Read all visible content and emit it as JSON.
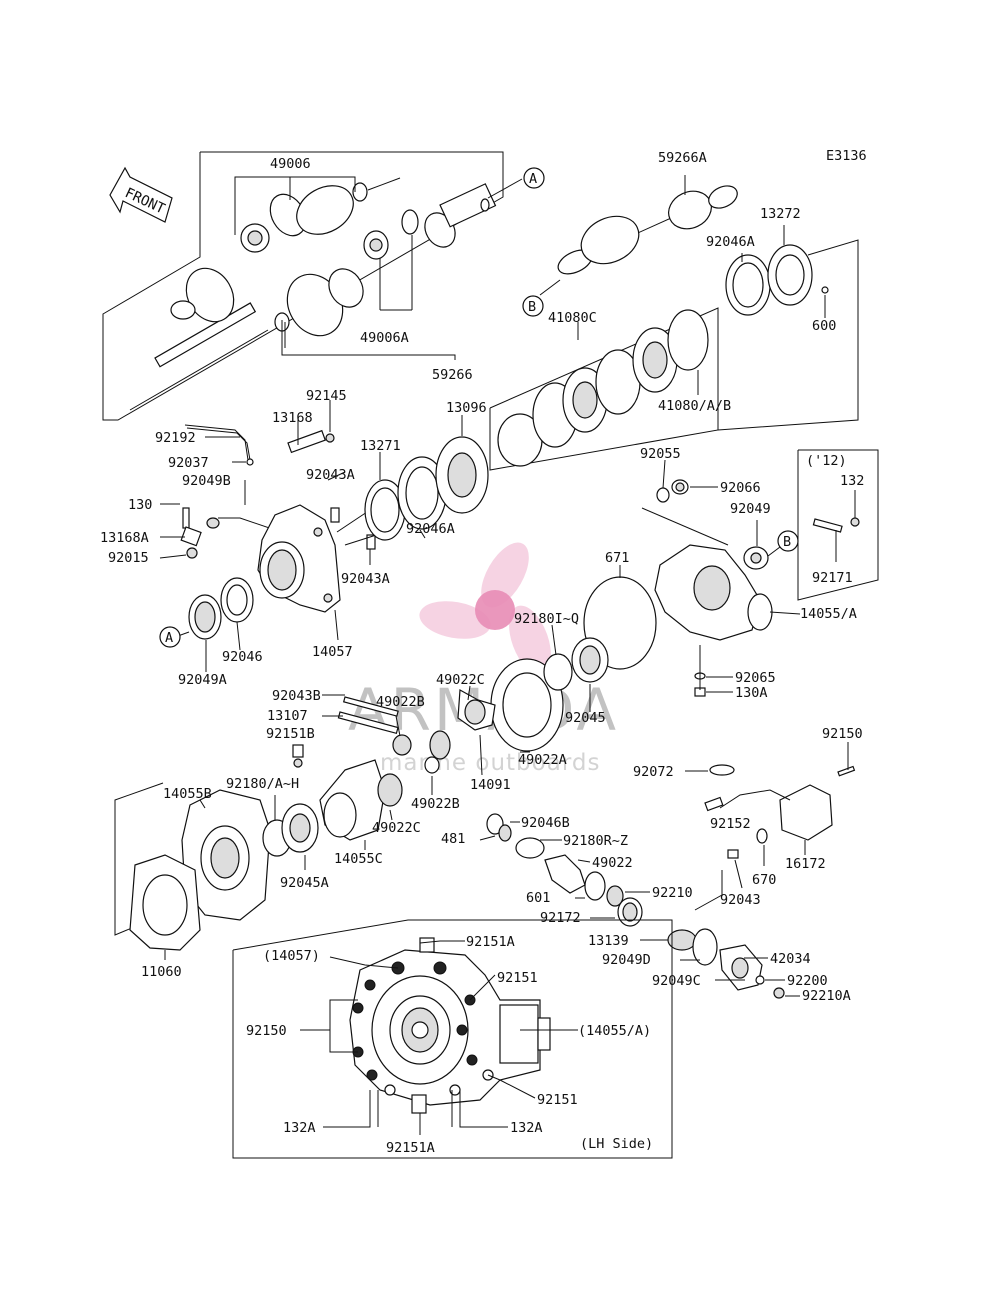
{
  "diagram_code": "E3136",
  "front_label": "FRONT",
  "watermark": {
    "brand": "ARMADA",
    "sub": "marine outboards",
    "accent": "#e8a6c4"
  },
  "callouts": [
    "A",
    "B"
  ],
  "labels": {
    "p49006": "49006",
    "p49006A": "49006A",
    "p59266": "59266",
    "p59266A": "59266A",
    "p13272": "13272",
    "p92046A_top": "92046A",
    "p600": "600",
    "p41080C": "41080C",
    "p41080AB": "41080/A/B",
    "p92145": "92145",
    "p13168": "13168",
    "p92192": "92192",
    "p92037": "92037",
    "p92049B": "92049B",
    "p130": "130",
    "p13168A": "13168A",
    "p92015": "92015",
    "p13096": "13096",
    "p13271": "13271",
    "p92043A_1": "92043A",
    "p92043A_2": "92043A",
    "p92046A": "92046A",
    "p92055": "92055",
    "p92066": "92066",
    "p92049": "92049",
    "p12": "('12)",
    "p132": "132",
    "p92171": "92171",
    "p671": "671",
    "p14055A": "14055/A",
    "p14057": "14057",
    "p92046": "92046",
    "p92049A": "92049A",
    "p92180IQ": "92180I~Q",
    "p92045": "92045",
    "p92065": "92065",
    "p130A": "130A",
    "p49022C_1": "49022C",
    "p49022B_1": "49022B",
    "p92043B": "92043B",
    "p13107": "13107",
    "p92151B": "92151B",
    "p49022A": "49022A",
    "p14091": "14091",
    "p49022B_2": "49022B",
    "p92072": "92072",
    "p92150": "92150",
    "p92180AH": "92180/A~H",
    "p14055B": "14055B",
    "p49022C_2": "49022C",
    "p14055C": "14055C",
    "p92046B": "92046B",
    "p481": "481",
    "p92180RZ": "92180R~Z",
    "p49022": "49022",
    "p92045A": "92045A",
    "p601": "601",
    "p92210": "92210",
    "p92172": "92172",
    "p92152": "92152",
    "p670": "670",
    "p16172": "16172",
    "p92043": "92043",
    "p13139": "13139",
    "p42034": "42034",
    "p92049D": "92049D",
    "p92049C": "92049C",
    "p92200": "92200",
    "p92210A": "92210A",
    "p11060": "11060",
    "inset_14057": "(14057)",
    "inset_92151A_top": "92151A",
    "inset_92151_1": "92151",
    "inset_92150": "92150",
    "inset_14055A": "(14055/A)",
    "inset_92151_2": "92151",
    "inset_132A_left": "132A",
    "inset_132A_right": "132A",
    "inset_92151A_bottom": "92151A",
    "inset_lh": "(LH Side)"
  }
}
